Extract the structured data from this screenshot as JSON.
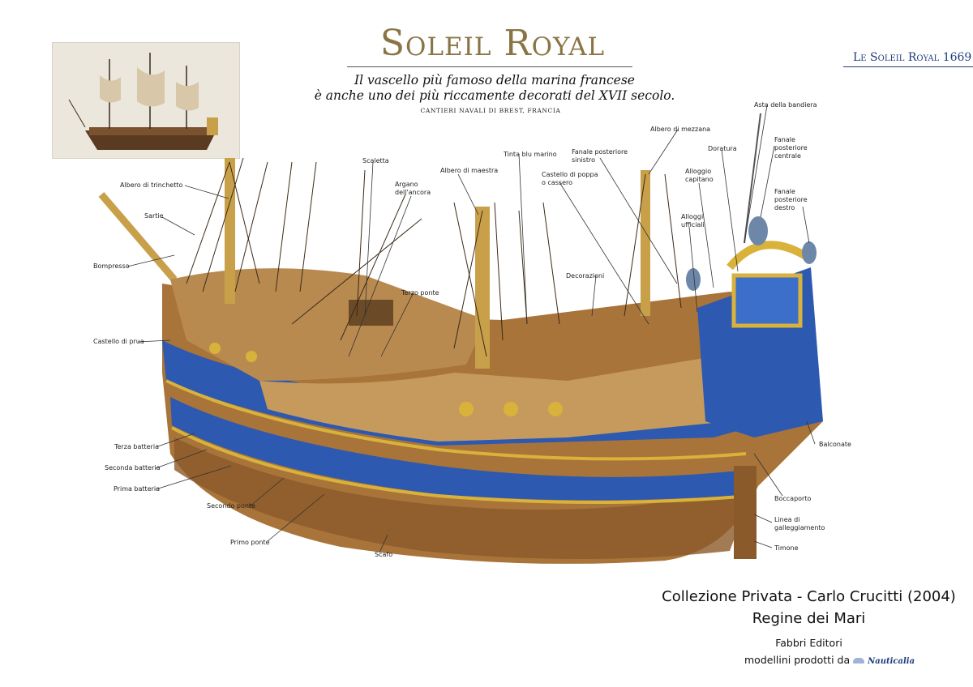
{
  "header": {
    "title": "Soleil Royal",
    "subtitle_line1": "Il vascello più famoso della marina francese",
    "subtitle_line2": "è anche uno dei più riccamente decorati del XVII secolo.",
    "shipyard": "CANTIERI NAVALI DI BREST, FRANCIA",
    "corner_title": "Le Soleil Royal 1669"
  },
  "labels": [
    "Asta della bandiera",
    "Albero di mezzana",
    "Fanale posteriore centrale",
    "Doratura",
    "Tinta blu marino",
    "Fanale posteriore sinistro",
    "Scaletta",
    "Albero di maestra",
    "Castello di poppa o cassero",
    "Alloggio capitano",
    "Fanale posteriore destro",
    "Argano dell'ancora",
    "Albero di trinchetto",
    "Alloggi ufficiali",
    "Sartie",
    "Bompresso",
    "Decorazioni",
    "Terzo ponte",
    "Castello di prua",
    "Terza batteria",
    "Seconda batteria",
    "Prima batteria",
    "Balconate",
    "Boccaporto",
    "Secondo ponte",
    "Linea di galleggiamento",
    "Primo ponte",
    "Timone",
    "Scafo"
  ],
  "credits": {
    "line1": "Collezione Privata - Carlo Crucitti (2004)",
    "line2": "Regine dei Mari",
    "publisher": "Fabbri Editori",
    "producer": "modellini prodotti da",
    "logo_text": "Nauticalia"
  },
  "colors": {
    "title_gold": "#8a7444",
    "accent_blue": "#1f3c7a",
    "hull_blue": "#2d59b0",
    "wood": "#a8743a",
    "gold": "#d9b23c"
  }
}
